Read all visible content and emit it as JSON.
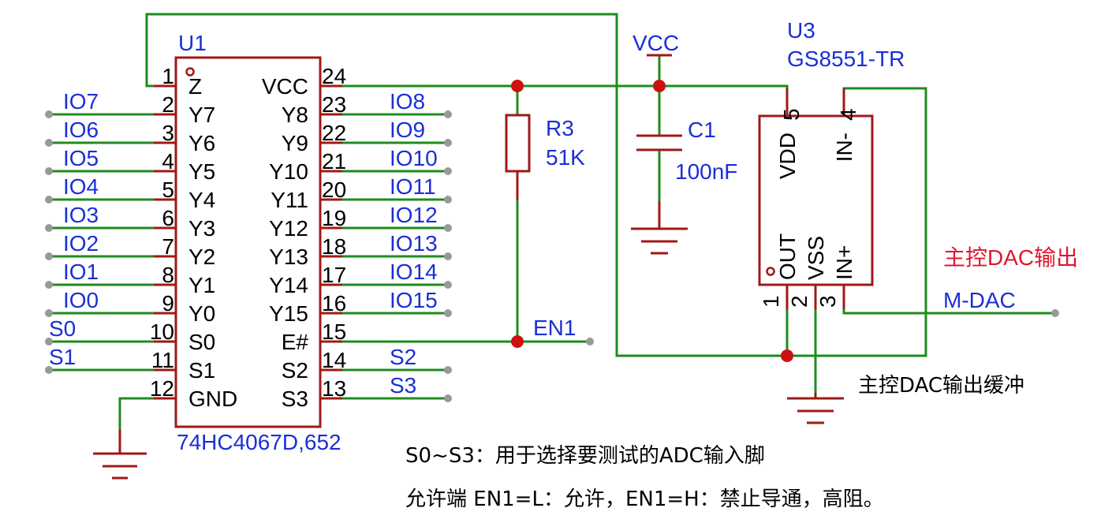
{
  "u1": {
    "ref": "U1",
    "part": "74HC4067D,652",
    "left_pins": [
      {
        "num": "1",
        "name": "Z",
        "net": ""
      },
      {
        "num": "2",
        "name": "Y7",
        "net": "IO7"
      },
      {
        "num": "3",
        "name": "Y6",
        "net": "IO6"
      },
      {
        "num": "4",
        "name": "Y5",
        "net": "IO5"
      },
      {
        "num": "5",
        "name": "Y4",
        "net": "IO4"
      },
      {
        "num": "6",
        "name": "Y3",
        "net": "IO3"
      },
      {
        "num": "7",
        "name": "Y2",
        "net": "IO2"
      },
      {
        "num": "8",
        "name": "Y1",
        "net": "IO1"
      },
      {
        "num": "9",
        "name": "Y0",
        "net": "IO0"
      },
      {
        "num": "10",
        "name": "S0",
        "net": "S0"
      },
      {
        "num": "11",
        "name": "S1",
        "net": "S1"
      },
      {
        "num": "12",
        "name": "GND",
        "net": ""
      }
    ],
    "right_pins": [
      {
        "num": "24",
        "name": "VCC",
        "net": ""
      },
      {
        "num": "23",
        "name": "Y8",
        "net": "IO8"
      },
      {
        "num": "22",
        "name": "Y9",
        "net": "IO9"
      },
      {
        "num": "21",
        "name": "Y10",
        "net": "IO10"
      },
      {
        "num": "20",
        "name": "Y11",
        "net": "IO11"
      },
      {
        "num": "19",
        "name": "Y12",
        "net": "IO12"
      },
      {
        "num": "18",
        "name": "Y13",
        "net": "IO13"
      },
      {
        "num": "17",
        "name": "Y14",
        "net": "IO14"
      },
      {
        "num": "16",
        "name": "Y15",
        "net": "IO15"
      },
      {
        "num": "15",
        "name": "E#",
        "net": ""
      },
      {
        "num": "14",
        "name": "S2",
        "net": "S2"
      },
      {
        "num": "13",
        "name": "S3",
        "net": "S3"
      }
    ]
  },
  "r3": {
    "ref": "R3",
    "value": "51K"
  },
  "c1": {
    "ref": "C1",
    "value": "100nF"
  },
  "vcc_label": "VCC",
  "en1_label": "EN1",
  "u3": {
    "ref": "U3",
    "part": "GS8551-TR",
    "pins": [
      {
        "num": "5",
        "name": "VDD"
      },
      {
        "num": "4",
        "name": "IN-"
      },
      {
        "num": "1",
        "name": "OUT"
      },
      {
        "num": "2",
        "name": "VSS"
      },
      {
        "num": "3",
        "name": "IN+"
      }
    ]
  },
  "dac_title": "主控DAC输出",
  "dac_net": "M-DAC",
  "buffer_label": "主控DAC输出缓冲",
  "notes": [
    "S0~S3：用于选择要测试的ADC输入脚",
    "允许端 EN1=L：允许，EN1=H：禁止导通，高阻。"
  ],
  "colors": {
    "wire": "#1e8c1e",
    "body": "#a01818",
    "label_blue": "#1a2fd6",
    "label_red": "#e0162e",
    "junction": "#cc1111"
  }
}
